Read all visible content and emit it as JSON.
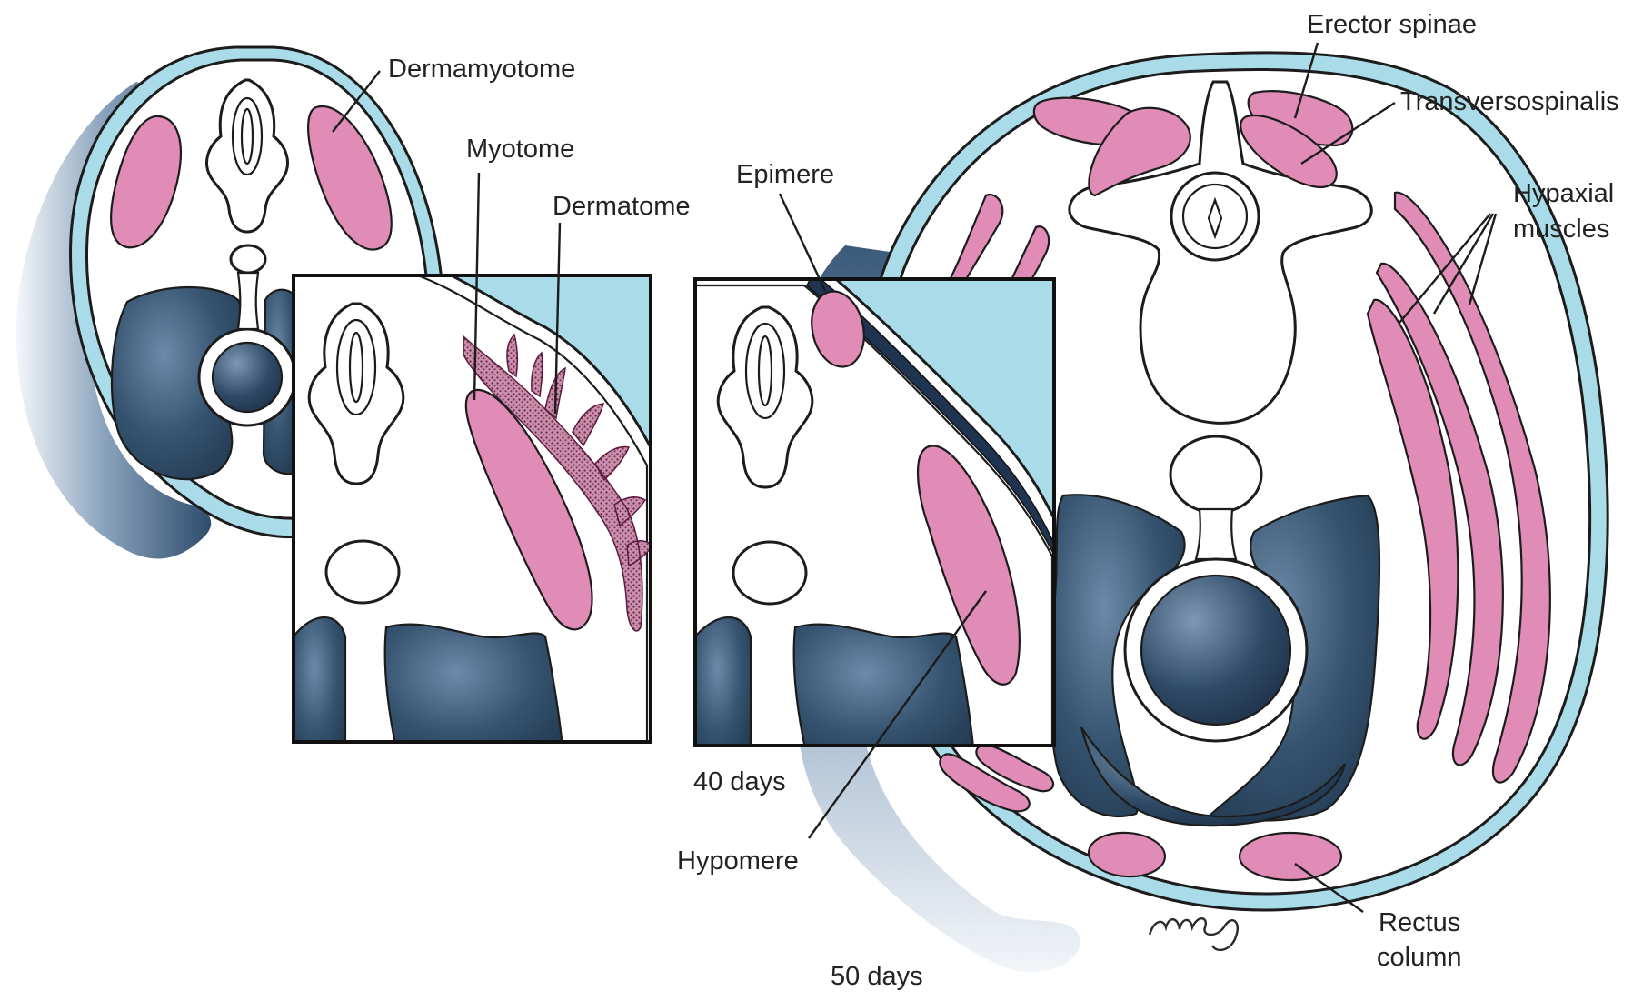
{
  "labels": {
    "dermamyotome": "Dermamyotome",
    "myotome": "Myotome",
    "dermatome": "Dermatome",
    "epimere": "Epimere",
    "hypomere": "Hypomere",
    "erector_spinae": "Erector spinae",
    "transversospinalis": "Transversospinalis",
    "hypaxial_line1": "Hypaxial",
    "hypaxial_line2": "muscles",
    "rectus_line1": "Rectus",
    "rectus_line2": "column",
    "stage_40": "40 days",
    "stage_50": "50 days"
  },
  "signature": "mcg",
  "colors": {
    "muscle_pink": "#e08cb6",
    "ectoderm_blue": "#a9dbe8",
    "viscera_navy": "#2e4a68",
    "dermatome_stipple": "#8a2e62",
    "outline": "#1c1c1c"
  }
}
